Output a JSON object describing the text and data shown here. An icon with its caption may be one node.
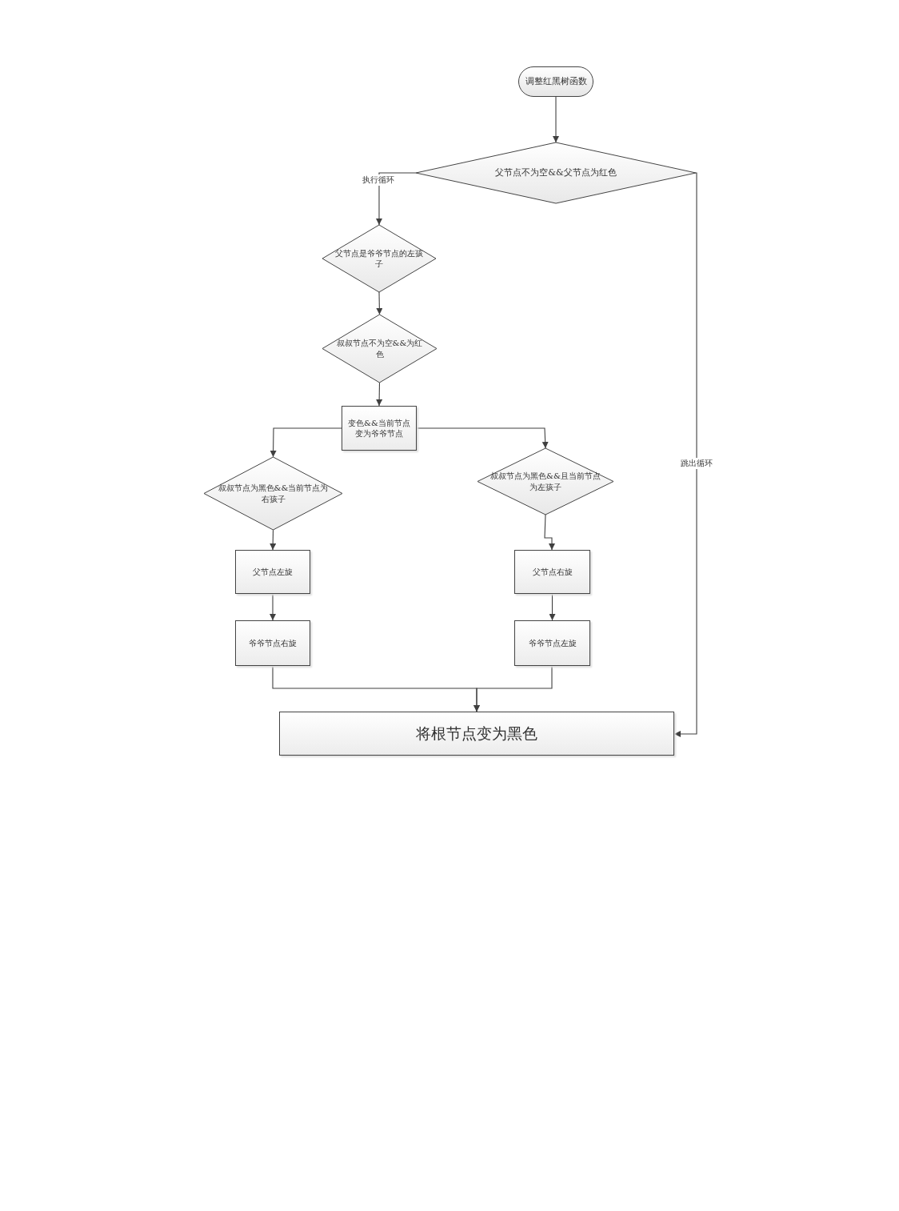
{
  "diagram": {
    "nodes": [
      {
        "text": [
          "调整红黑树函数"
        ]
      },
      {
        "text": [
          "父节点不为空&&父节点为红色"
        ]
      },
      {
        "text": [
          "父节点是爷爷节点的左孩子"
        ]
      },
      {
        "text": [
          "叔叔节点不为空&&为红色"
        ]
      },
      {
        "text": [
          "变色&&当前节点变为爷爷节点"
        ]
      },
      {
        "text": [
          "叔叔节点为黑色&&当前节点为右孩子"
        ]
      },
      {
        "text": [
          "叔叔节点为黑色&&且当前节点为左孩子"
        ]
      },
      {
        "text": [
          "父节点左旋"
        ]
      },
      {
        "text": [
          "父节点右旋"
        ]
      },
      {
        "text": [
          "爷爷节点右旋"
        ]
      },
      {
        "text": [
          "爷爷节点左旋"
        ]
      },
      {
        "text": [
          "将根节点变为黑色"
        ]
      }
    ],
    "edges": [
      {
        "from": 0,
        "to": 1,
        "arrow": "to"
      },
      {
        "from": 1,
        "to": 2,
        "arrow": "to",
        "label": "执行循环"
      },
      {
        "from": 1,
        "to": 11,
        "arrow": "to",
        "label": "跳出循环"
      },
      {
        "from": 2,
        "to": 3,
        "arrow": "to"
      },
      {
        "from": 3,
        "to": 4,
        "arrow": "to"
      },
      {
        "from": 4,
        "to": 5,
        "arrow": "to"
      },
      {
        "from": 4,
        "to": 6,
        "arrow": "to"
      },
      {
        "from": 5,
        "to": 7,
        "arrow": "to"
      },
      {
        "from": 6,
        "to": 8,
        "arrow": "to"
      },
      {
        "from": 7,
        "to": 9,
        "arrow": "to"
      },
      {
        "from": 8,
        "to": 10,
        "arrow": "to"
      },
      {
        "from": 9,
        "to": 11,
        "arrow": "to"
      },
      {
        "from": 10,
        "to": 11,
        "arrow": "to"
      }
    ]
  }
}
